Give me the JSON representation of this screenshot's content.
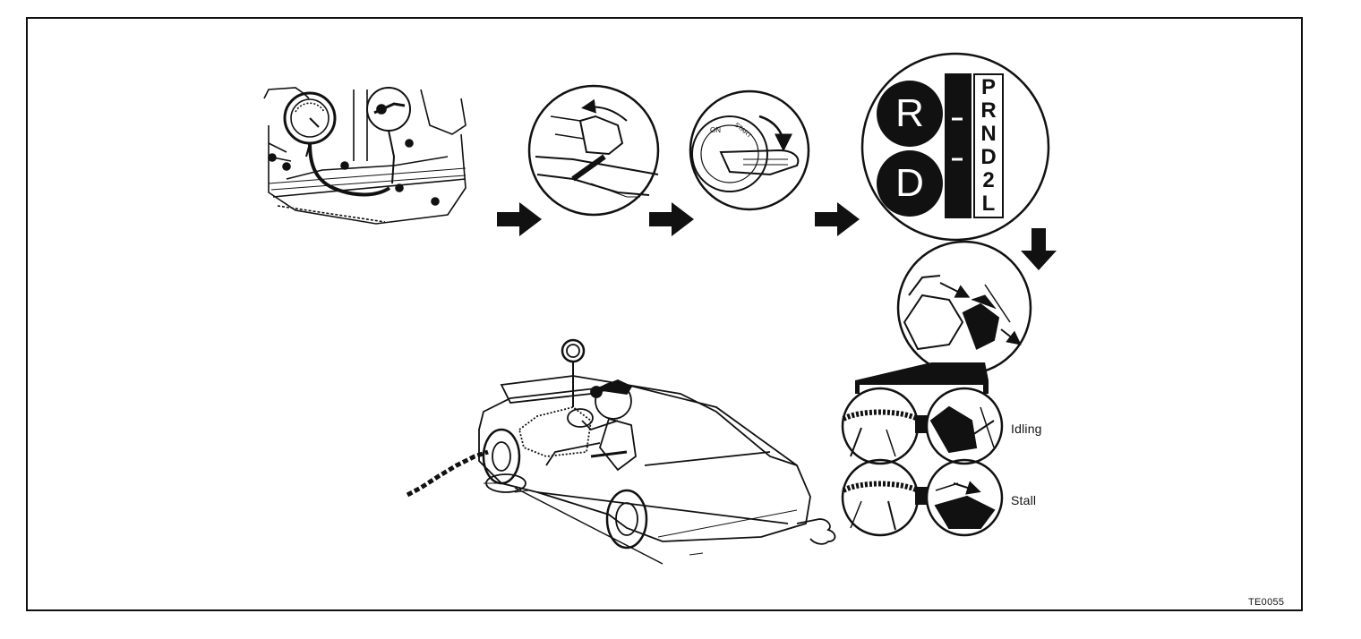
{
  "diagram": {
    "labels": {
      "idling": "Idling",
      "stall": "Stall"
    },
    "figure_code": "TE0055",
    "shift_indicator": {
      "big_letters": [
        "R",
        "D"
      ],
      "quadrant": [
        "P",
        "R",
        "N",
        "D",
        "2",
        "L"
      ]
    },
    "key_switch_marks": [
      "ON",
      "START"
    ]
  }
}
